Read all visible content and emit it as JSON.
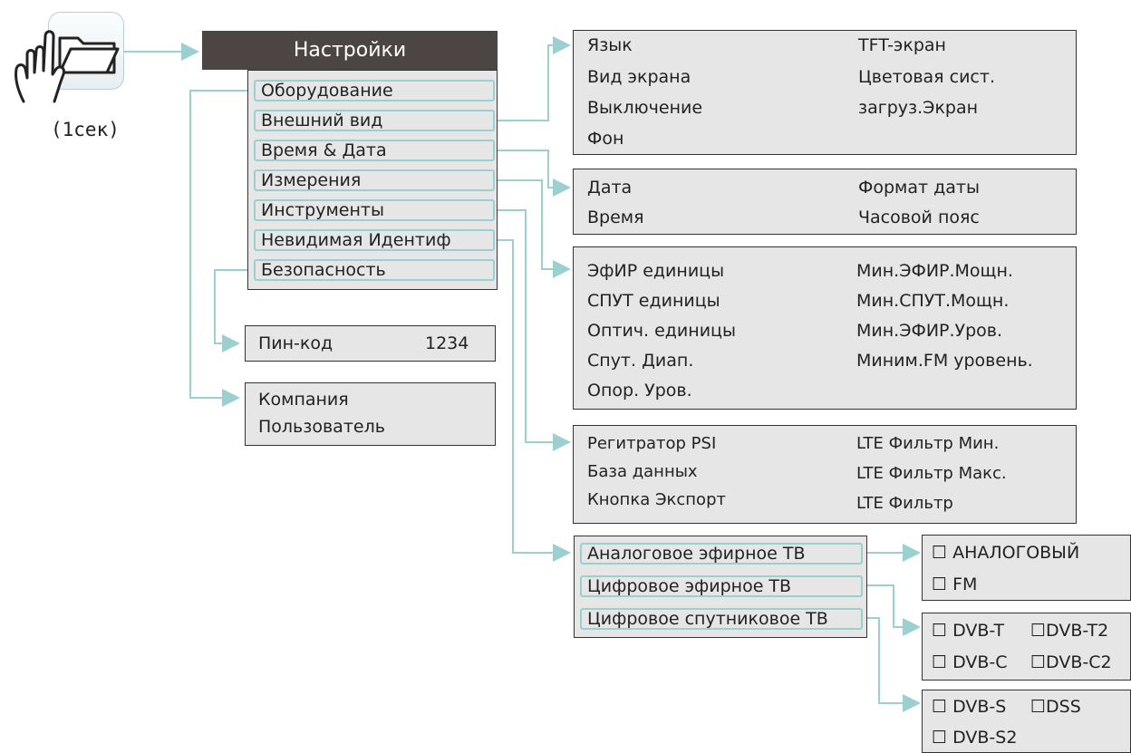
{
  "action": {
    "caption": "(1сек)",
    "icon": "hand-tap-folder-icon"
  },
  "settings": {
    "title": "Настройки",
    "items": [
      "Оборудование",
      "Внешний вид",
      "Время & Дата",
      "Измерения",
      "Инструменты",
      "Невидимая Идентиф",
      "Безопасность"
    ]
  },
  "security_box": {
    "label": "Пин-код",
    "value": "1234"
  },
  "hardware_box": {
    "lines": [
      "Компания",
      "Пользователь"
    ]
  },
  "appearance_box": {
    "left": [
      "Язык",
      "Вид экрана",
      "Выключение",
      "Фон"
    ],
    "right": [
      "TFT-экран",
      "Цветовая сист.",
      "загруз.Экран"
    ]
  },
  "datetime_box": {
    "left": [
      "Дата",
      "Время"
    ],
    "right": [
      "Формат даты",
      "Часовой пояс"
    ]
  },
  "measure_box": {
    "left": [
      "ЭфИР единицы",
      "СПУТ единицы",
      "Оптич. единицы",
      "Спут. Диап.",
      "Опор. Уров."
    ],
    "right": [
      "Мин.ЭФИР.Мощн.",
      "Мин.СПУТ.Мощн.",
      "Мин.ЭФИР.Уров.",
      "Миним.FM уровень."
    ]
  },
  "tools_box": {
    "left": [
      "Регитратор PSI",
      "База данных",
      "Кнопка Экспорт"
    ],
    "right": [
      "LTE Фильтр Мин.",
      "LTE Фильтр Макс.",
      "LTE Фильтр"
    ]
  },
  "invisible_box": {
    "items": [
      "Аналоговое эфирное ТВ",
      "Цифровое эфирное ТВ",
      "Цифровое спутниковое ТВ"
    ]
  },
  "analog_opts": [
    "АНАЛОГОВЫЙ",
    "FM"
  ],
  "dtt_opts": [
    "DVB-T",
    "DVB-T2",
    "DVB-C",
    "DVB-C2"
  ],
  "sat_opts": [
    "DVB-S",
    "DSS",
    "DVB-S2"
  ],
  "colors": {
    "header": "#4b4643",
    "box": "#e6e6e6",
    "connector": "#9ccfcf"
  }
}
